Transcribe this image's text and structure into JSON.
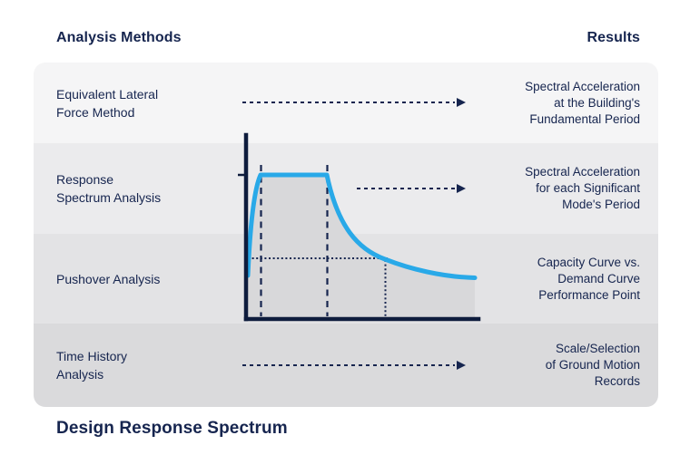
{
  "headers": {
    "analysis_methods": "Analysis Methods",
    "results": "Results"
  },
  "rows": [
    {
      "method": "Equivalent Lateral\nForce Method",
      "result": "Spectral Acceleration\nat the Building's\nFundamental Period",
      "band_color": "#f5f5f6",
      "has_arrow": true
    },
    {
      "method": "Response\nSpectrum Analysis",
      "result": "Spectral Acceleration\nfor each Significant\nMode's Period",
      "band_color": "#ebebed",
      "has_arrow": true
    },
    {
      "method": "Pushover Analysis",
      "result": "Capacity Curve vs.\nDemand Curve\nPerformance Point",
      "band_color": "#e3e3e5",
      "has_arrow": false
    },
    {
      "method": "Time History\nAnalysis",
      "result": "Scale/Selection\nof Ground Motion\nRecords",
      "band_color": "#dadadc",
      "has_arrow": true
    }
  ],
  "chart": {
    "title": "Design Response Spectrum",
    "type": "line",
    "xlabel": "",
    "ylabel": "",
    "axis_tick_labels": [],
    "curve_points_normalized": [
      [
        0.01,
        0.3
      ],
      [
        0.06,
        1.0
      ],
      [
        0.35,
        1.0
      ],
      [
        0.6,
        0.44
      ],
      [
        0.68,
        0.41
      ],
      [
        1.0,
        0.28
      ]
    ],
    "plateau_marker_x_normalized": [
      0.06,
      0.35
    ],
    "performance_point_normalized": [
      0.6,
      0.42
    ],
    "grid": false,
    "legend": false
  },
  "colors": {
    "navy": "#16254f",
    "axis": "#0e1c3d",
    "blue": "#29a9e8",
    "fill": "#d8d8da",
    "bg": "#ffffff"
  }
}
